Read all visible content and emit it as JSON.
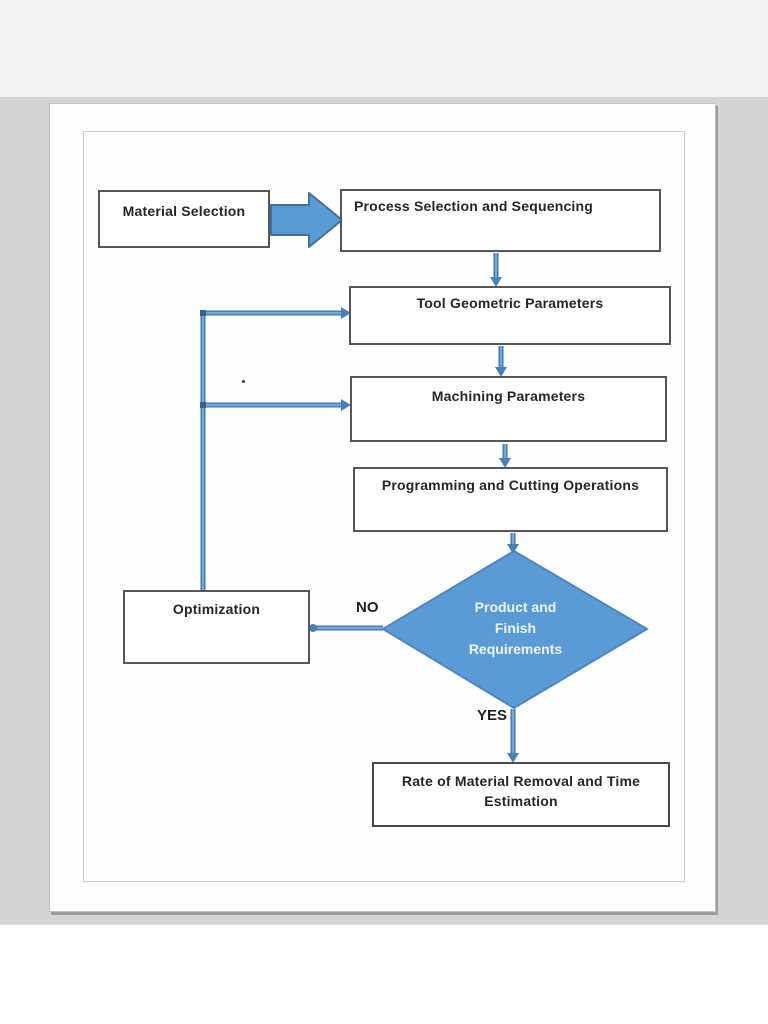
{
  "viewer": {
    "background_color": "#d5d5d5",
    "top_strip_color": "#f3f3f3",
    "bottom_strip_color": "#ffffff",
    "page_color": "#ffffff"
  },
  "flowchart": {
    "nodes": {
      "material": {
        "label": "Material Selection"
      },
      "process": {
        "label": "Process Selection and Sequencing"
      },
      "tool": {
        "label": "Tool Geometric Parameters"
      },
      "machining": {
        "label": "Machining Parameters"
      },
      "programming": {
        "label": "Programming and Cutting Operations"
      },
      "decision": {
        "line1": "Product and",
        "line2": "Finish",
        "line3": "Requirements"
      },
      "optimization": {
        "label": "Optimization"
      },
      "rate": {
        "line1": "Rate of Material Removal and Time",
        "line2": "Estimation"
      }
    },
    "edge_labels": {
      "no": "NO",
      "yes": "YES"
    },
    "colors": {
      "accent_fill": "#5b9bd5",
      "accent_border": "#41719c",
      "connector": "#4f8cc7",
      "box_border": "#565656",
      "label_text": "#262626",
      "decision_text": "#eef4fb"
    }
  }
}
